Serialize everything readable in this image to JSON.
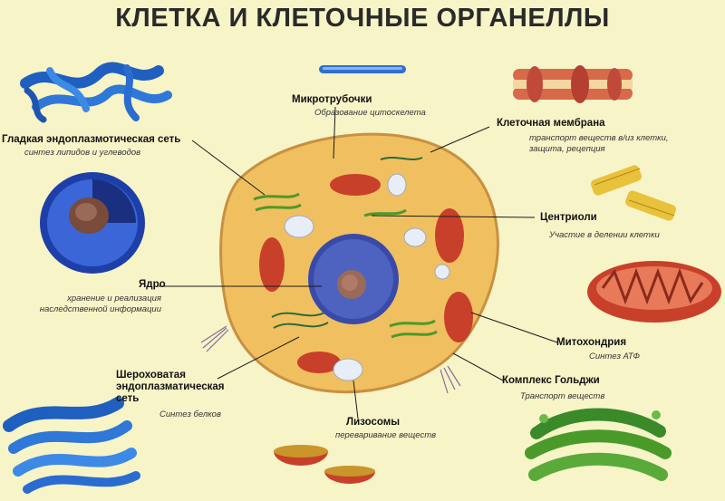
{
  "title": "КЛЕТКА И КЛЕТОЧНЫЕ ОРГАНЕЛЛЫ",
  "organelles": {
    "smooth_er": {
      "name": "Гладкая эндоплазмотическая сеть",
      "function": "синтез липидов и углеводов"
    },
    "microtubules": {
      "name": "Микротрубочки",
      "function": "Образование цитоскелета"
    },
    "cell_membrane": {
      "name": "Клеточная мембрана",
      "function_line1": "транспорт веществ в/из клетки,",
      "function_line2": "защита, рецепция"
    },
    "centrioles": {
      "name": "Центриоли",
      "function": "Участие в делении клетки"
    },
    "nucleus": {
      "name": "Ядро",
      "function_line1": "хранение и реализация",
      "function_line2": "наследственной информации"
    },
    "mitochondria": {
      "name": "Митохондрия",
      "function": "Синтез АТФ"
    },
    "rough_er": {
      "name_line1": "Шероховатая",
      "name_line2": "эндоплазматическая",
      "name_line3": "сеть",
      "function": "Синтез белков"
    },
    "golgi": {
      "name": "Комплекс Гольджи",
      "function": "Транспорт веществ"
    },
    "lysosomes": {
      "name": "Лизосомы",
      "function": "переваривание веществ"
    }
  },
  "colors": {
    "background": "#f7f4c8",
    "cytoplasm": "#f0c060",
    "nucleus": "#3a4aa8",
    "mitochondria": "#c8402a",
    "er_blue": "#2f6fd0",
    "golgi_green": "#4a9a2a"
  }
}
